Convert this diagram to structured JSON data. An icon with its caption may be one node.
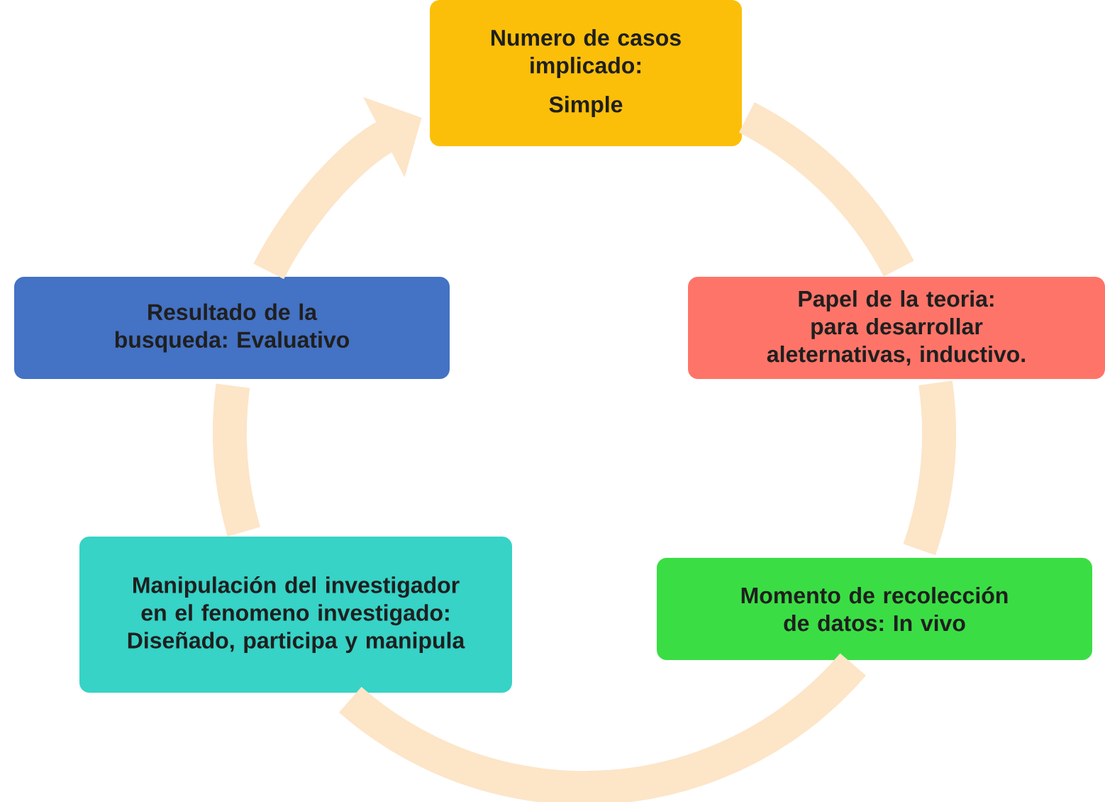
{
  "diagram": {
    "nodes": [
      {
        "text": [
          "Numero de casos implicado:",
          "Simple"
        ]
      },
      {
        "text": [
          "Resultado de la busqueda: Evaluativo"
        ]
      },
      {
        "text": [
          "Papel de la teoria: para desarrollar aleternativas, inductivo."
        ]
      },
      {
        "text": [
          "Manipulación del investigador en el fenomeno investigado: Diseñado, participa y manipula"
        ]
      },
      {
        "text": [
          "Momento de recolección de datos: In vivo"
        ]
      }
    ],
    "edges": [
      {
        "from": 0,
        "to": 2,
        "arrow": "none",
        "color": "#fde5c8"
      },
      {
        "from": 2,
        "to": 4,
        "arrow": "none",
        "color": "#fde5c8"
      },
      {
        "from": 4,
        "to": 3,
        "arrow": "none",
        "color": "#fde5c8"
      },
      {
        "from": 3,
        "to": 1,
        "arrow": "none",
        "color": "#fde5c8"
      },
      {
        "from": 1,
        "to": 0,
        "arrow": "to",
        "color": "#fde5c8"
      }
    ]
  }
}
